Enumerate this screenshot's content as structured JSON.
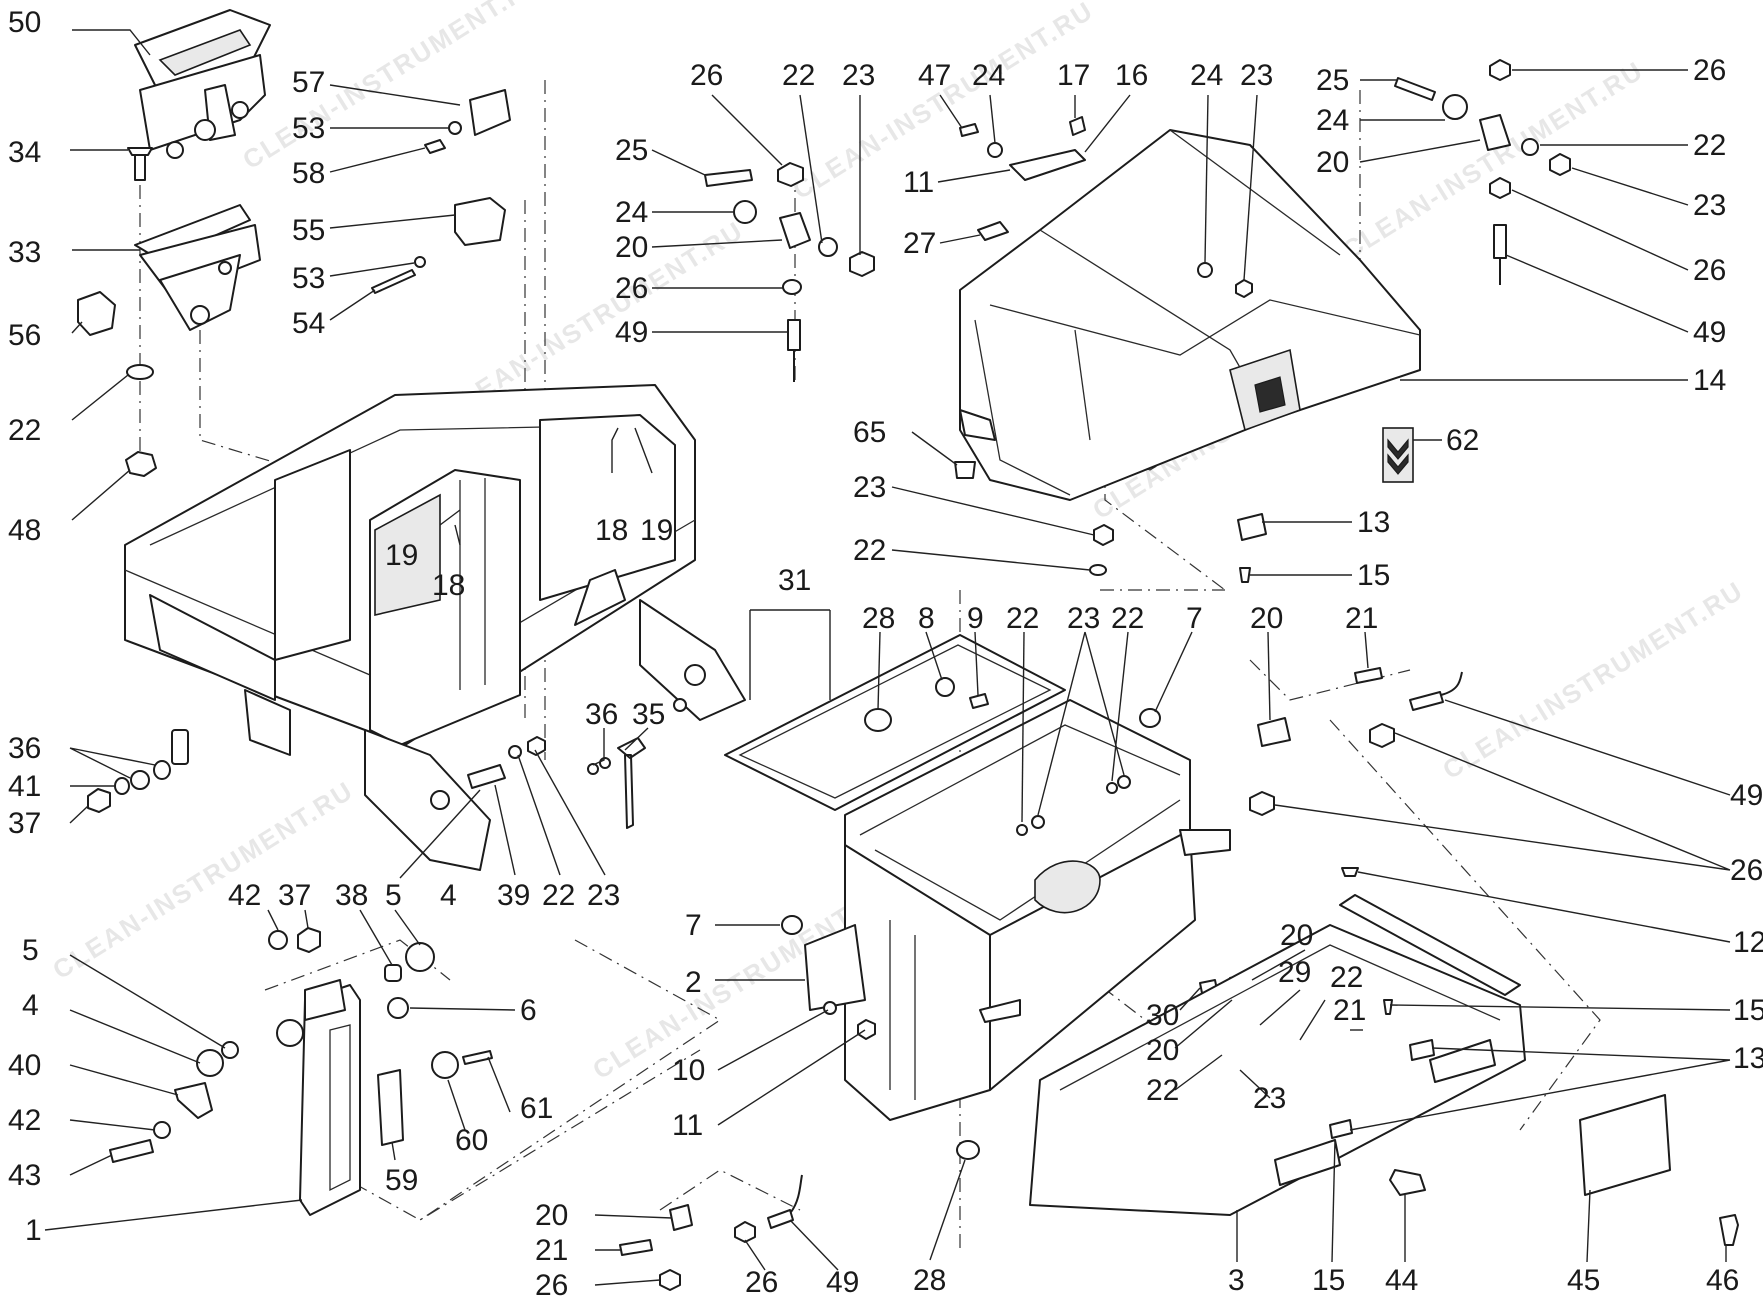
{
  "watermark": "CLEAN-INSTRUMENT.RU",
  "callouts": [
    {
      "id": "c1",
      "text": "50"
    },
    {
      "id": "c2",
      "text": "57"
    },
    {
      "id": "c3",
      "text": "53"
    },
    {
      "id": "c4",
      "text": "34"
    },
    {
      "id": "c5",
      "text": "58"
    },
    {
      "id": "c6",
      "text": "55"
    },
    {
      "id": "c7",
      "text": "33"
    },
    {
      "id": "c8",
      "text": "53"
    },
    {
      "id": "c9",
      "text": "54"
    },
    {
      "id": "c10",
      "text": "56"
    },
    {
      "id": "c11",
      "text": "22"
    },
    {
      "id": "c12",
      "text": "48"
    },
    {
      "id": "c13",
      "text": "26"
    },
    {
      "id": "c14",
      "text": "22"
    },
    {
      "id": "c15",
      "text": "23"
    },
    {
      "id": "c16",
      "text": "25"
    },
    {
      "id": "c17",
      "text": "24"
    },
    {
      "id": "c18",
      "text": "20"
    },
    {
      "id": "c19",
      "text": "26"
    },
    {
      "id": "c20",
      "text": "49"
    },
    {
      "id": "c21",
      "text": "47"
    },
    {
      "id": "c22",
      "text": "24"
    },
    {
      "id": "c23",
      "text": "17"
    },
    {
      "id": "c24",
      "text": "16"
    },
    {
      "id": "c25",
      "text": "24"
    },
    {
      "id": "c26",
      "text": "23"
    },
    {
      "id": "c27",
      "text": "11"
    },
    {
      "id": "c28",
      "text": "27"
    },
    {
      "id": "c29",
      "text": "25"
    },
    {
      "id": "c30",
      "text": "24"
    },
    {
      "id": "c31",
      "text": "20"
    },
    {
      "id": "c32",
      "text": "26"
    },
    {
      "id": "c33",
      "text": "22"
    },
    {
      "id": "c34",
      "text": "23"
    },
    {
      "id": "c35",
      "text": "26"
    },
    {
      "id": "c36",
      "text": "49"
    },
    {
      "id": "c37",
      "text": "14"
    },
    {
      "id": "c38",
      "text": "65"
    },
    {
      "id": "c39",
      "text": "62"
    },
    {
      "id": "c40",
      "text": "23"
    },
    {
      "id": "c41",
      "text": "13"
    },
    {
      "id": "c42",
      "text": "22"
    },
    {
      "id": "c43",
      "text": "15"
    },
    {
      "id": "c44",
      "text": "18"
    },
    {
      "id": "c45",
      "text": "19"
    },
    {
      "id": "c46",
      "text": "19"
    },
    {
      "id": "c47",
      "text": "18"
    },
    {
      "id": "c48",
      "text": "31"
    },
    {
      "id": "c49",
      "text": "28"
    },
    {
      "id": "c50",
      "text": "8"
    },
    {
      "id": "c51",
      "text": "9"
    },
    {
      "id": "c52",
      "text": "22"
    },
    {
      "id": "c53",
      "text": "23"
    },
    {
      "id": "c54",
      "text": "22"
    },
    {
      "id": "c55",
      "text": "7"
    },
    {
      "id": "c56",
      "text": "20"
    },
    {
      "id": "c57",
      "text": "21"
    },
    {
      "id": "c58",
      "text": "36"
    },
    {
      "id": "c59",
      "text": "35"
    },
    {
      "id": "c60",
      "text": "36"
    },
    {
      "id": "c61",
      "text": "41"
    },
    {
      "id": "c62",
      "text": "37"
    },
    {
      "id": "c63",
      "text": "49"
    },
    {
      "id": "c64",
      "text": "26"
    },
    {
      "id": "c65",
      "text": "42"
    },
    {
      "id": "c66",
      "text": "37"
    },
    {
      "id": "c67",
      "text": "38"
    },
    {
      "id": "c68",
      "text": "5"
    },
    {
      "id": "c69",
      "text": "4"
    },
    {
      "id": "c70",
      "text": "39"
    },
    {
      "id": "c71",
      "text": "22"
    },
    {
      "id": "c72",
      "text": "23"
    },
    {
      "id": "c73",
      "text": "12"
    },
    {
      "id": "c74",
      "text": "7"
    },
    {
      "id": "c75",
      "text": "5"
    },
    {
      "id": "c76",
      "text": "20"
    },
    {
      "id": "c77",
      "text": "2"
    },
    {
      "id": "c78",
      "text": "29"
    },
    {
      "id": "c79",
      "text": "22"
    },
    {
      "id": "c80",
      "text": "4"
    },
    {
      "id": "c81",
      "text": "6"
    },
    {
      "id": "c82",
      "text": "15"
    },
    {
      "id": "c83",
      "text": "30"
    },
    {
      "id": "c84",
      "text": "21"
    },
    {
      "id": "c85",
      "text": "20"
    },
    {
      "id": "c86",
      "text": "13"
    },
    {
      "id": "c87",
      "text": "40"
    },
    {
      "id": "c88",
      "text": "10"
    },
    {
      "id": "c89",
      "text": "22"
    },
    {
      "id": "c90",
      "text": "23"
    },
    {
      "id": "c91",
      "text": "42"
    },
    {
      "id": "c92",
      "text": "61"
    },
    {
      "id": "c93",
      "text": "11"
    },
    {
      "id": "c94",
      "text": "60"
    },
    {
      "id": "c95",
      "text": "43"
    },
    {
      "id": "c96",
      "text": "59"
    },
    {
      "id": "c97",
      "text": "1"
    },
    {
      "id": "c98",
      "text": "20"
    },
    {
      "id": "c99",
      "text": "21"
    },
    {
      "id": "c100",
      "text": "49"
    },
    {
      "id": "c101",
      "text": "26"
    },
    {
      "id": "c102",
      "text": "26"
    },
    {
      "id": "c103",
      "text": "28"
    },
    {
      "id": "c104",
      "text": "3"
    },
    {
      "id": "c105",
      "text": "15"
    },
    {
      "id": "c106",
      "text": "44"
    },
    {
      "id": "c107",
      "text": "45"
    },
    {
      "id": "c108",
      "text": "46"
    }
  ]
}
